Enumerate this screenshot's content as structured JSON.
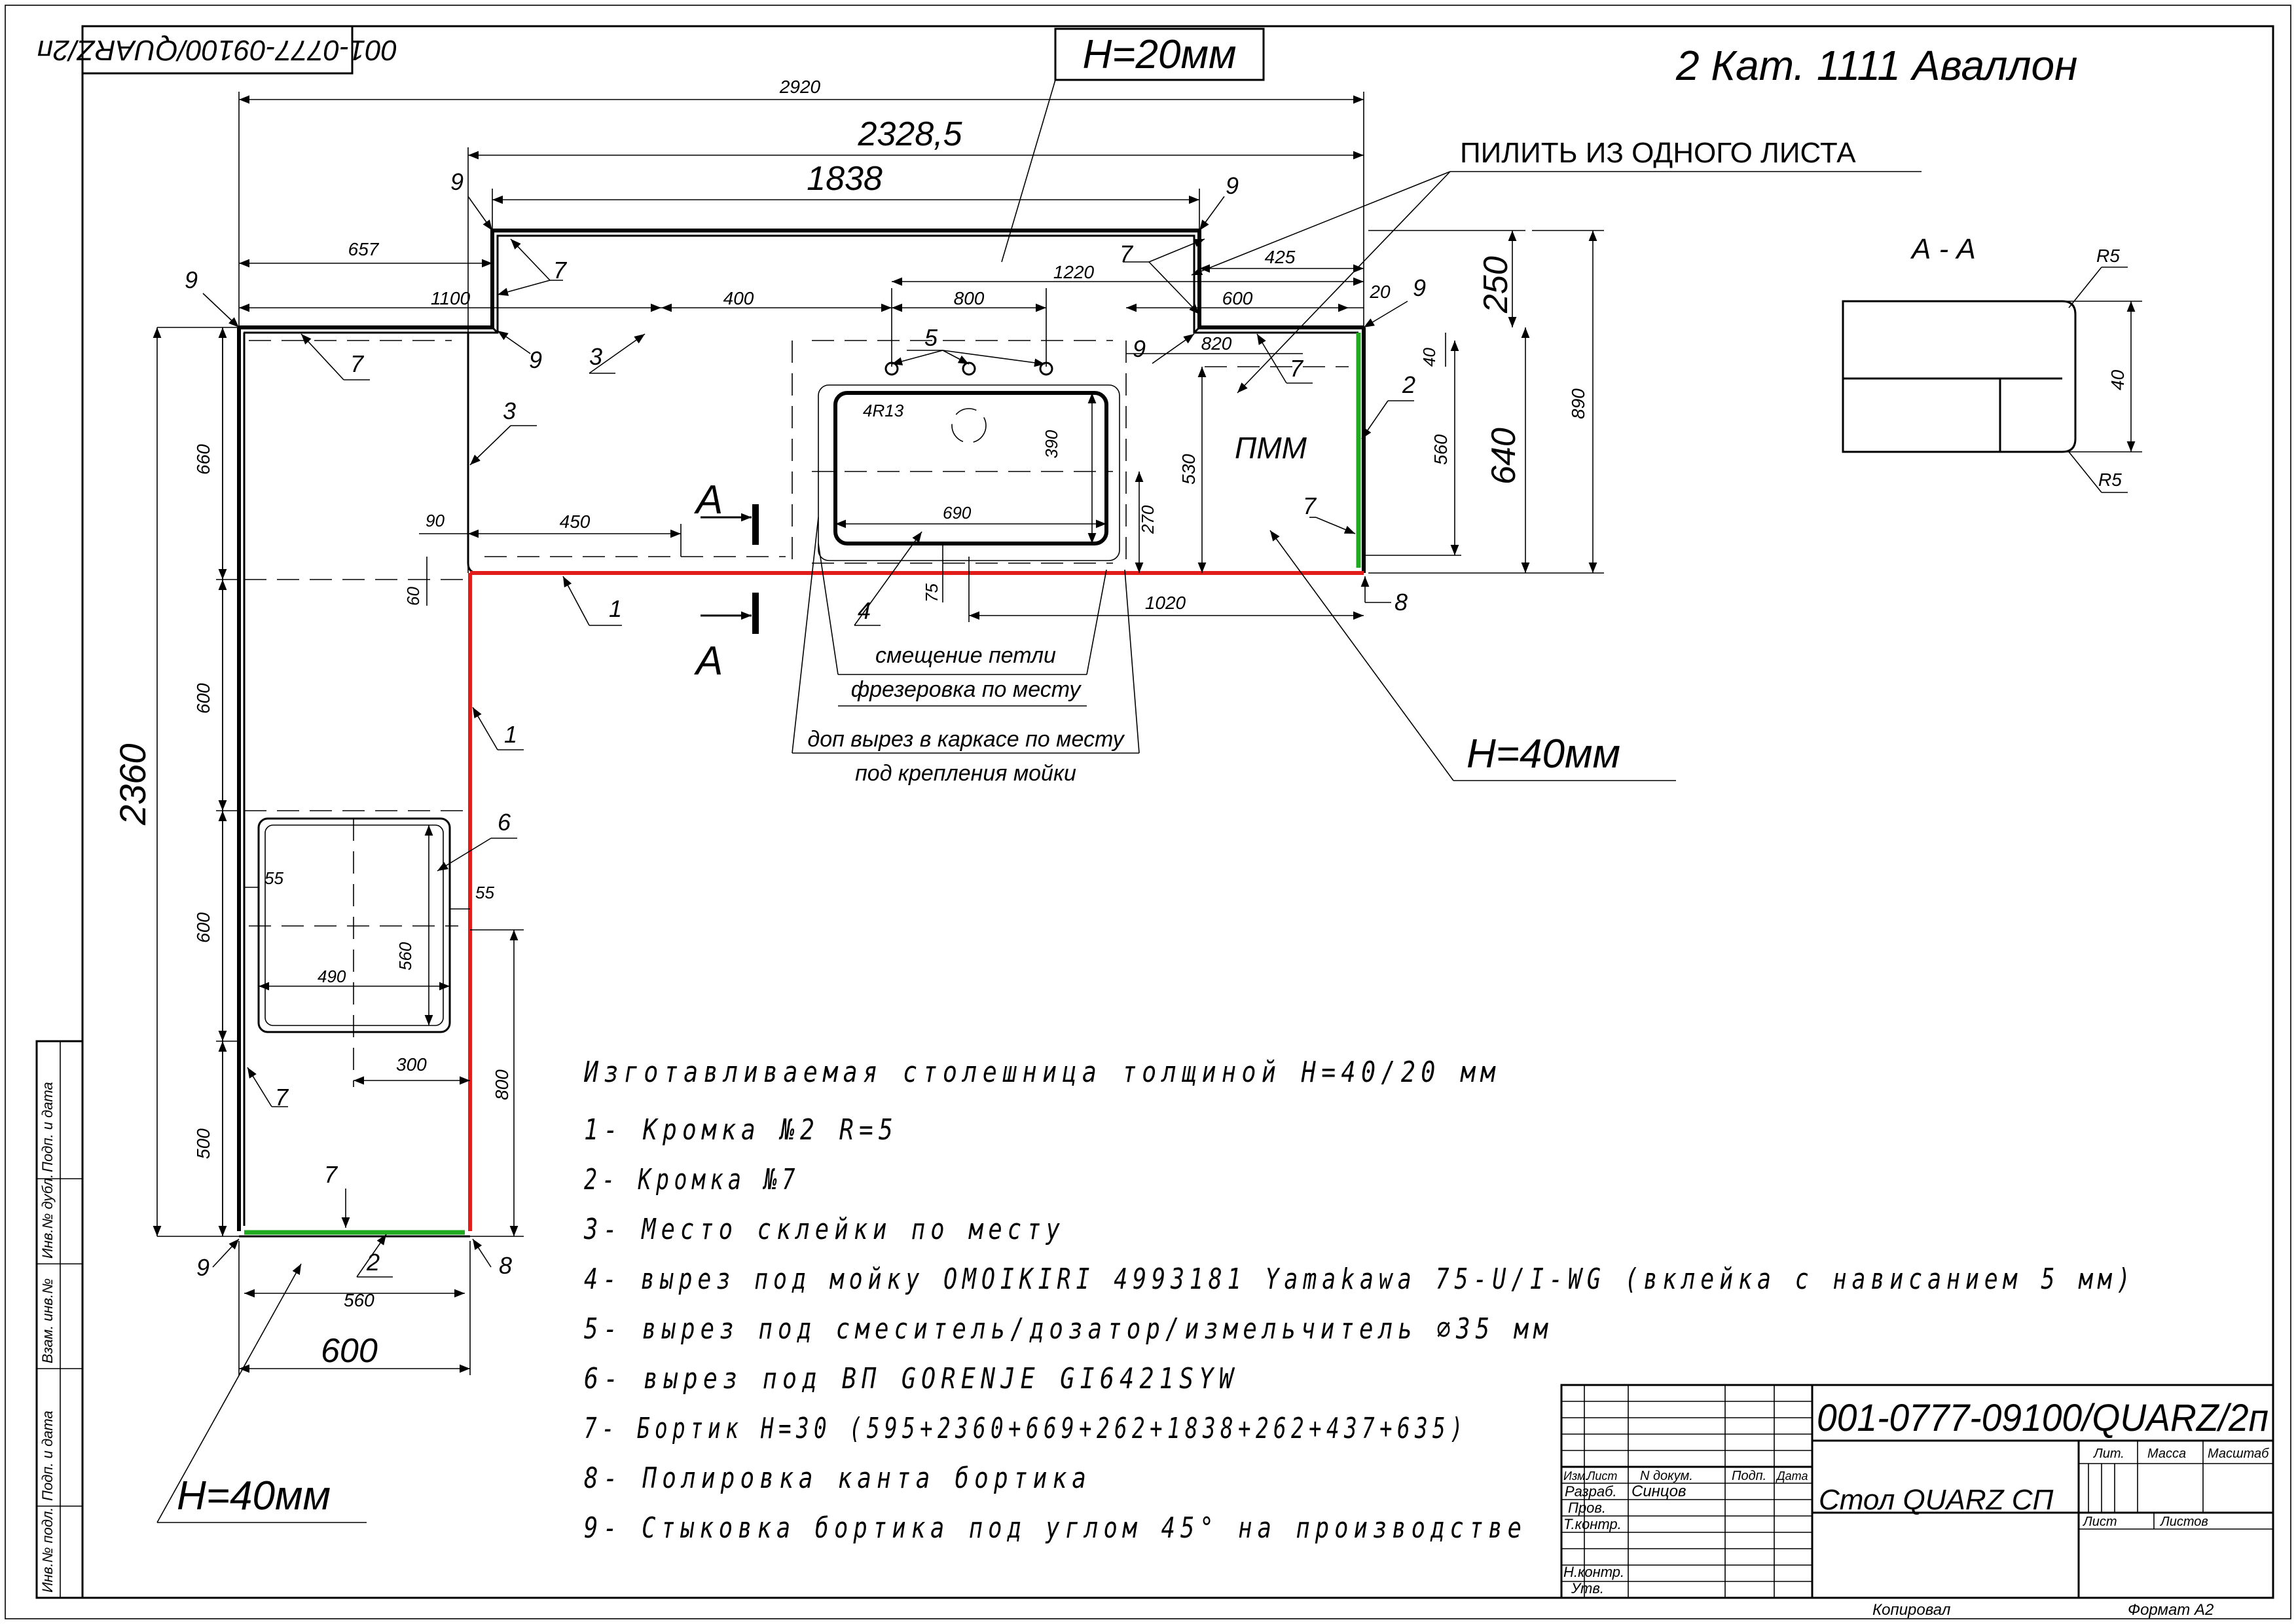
{
  "stamp_top": "001-0777-09100/QUARZ/2п",
  "title_right": "2 Кат. 1111 Аваллон",
  "h20_label": "H=20мм",
  "saw_note": "ПИЛИТЬ ИЗ ОДНОГО ЛИСТА",
  "h40_label": "H=40мм",
  "pmm_label": "ПММ",
  "section": {
    "title": "А - А",
    "r_top": "R5",
    "r_bottom": "R5",
    "dim": "40"
  },
  "cut_label": "А",
  "dims": {
    "d2920": "2920",
    "d2328": "2328,5",
    "d1838": "1838",
    "d657": "657",
    "d1100": "1100",
    "d400": "400",
    "d1220": "1220",
    "d800": "800",
    "d425": "425",
    "d600top": "600",
    "d20": "20",
    "d820": "820",
    "d250": "250",
    "d640": "640",
    "d890": "890",
    "d40": "40",
    "d560r": "560",
    "d530": "530",
    "d390": "390",
    "d270": "270",
    "d690": "690",
    "d4r13": "4R13",
    "d1020": "1020",
    "d75": "75",
    "d90": "90",
    "d450": "450",
    "d60": "60",
    "d660": "660",
    "d600a": "600",
    "d600b": "600",
    "d500": "500",
    "d2360": "2360",
    "d55a": "55",
    "d55b": "55",
    "d490": "490",
    "d560h": "560",
    "d300": "300",
    "d800v": "800",
    "d560b": "560",
    "d600bottom": "600"
  },
  "callouts": {
    "c1a": "1",
    "c1b": "1",
    "c2a": "2",
    "c2b": "2",
    "c3a": "3",
    "c3b": "3",
    "c4": "4",
    "c5": "5",
    "c6": "6",
    "c7a": "7",
    "c7b": "7",
    "c7c": "7",
    "c7d": "7",
    "c7e": "7",
    "c7f": "7",
    "c7g": "7",
    "c7h": "7",
    "c8a": "8",
    "c8b": "8",
    "c9a": "9",
    "c9b": "9",
    "c9c": "9",
    "c9d": "9",
    "c9e": "9",
    "c9f": "9",
    "c9g": "9"
  },
  "sink_notes": [
    "смещение петли",
    "фрезеровка по месту",
    "доп вырез в каркасе по месту",
    "под крепления мойки"
  ],
  "notes": [
    "Изготавливаемая столешница толщиной H=40/20 мм",
    "1- Кромка №2 R=5",
    "2- Кромка №7",
    "3- Место склейки по месту",
    "4- вырез под мойку OMOIKIRI 4993181 Yamakawa 75-U/I-WG (вклейка с нависанием 5 мм)",
    "5- вырез под смеситель/дозатор/измельчитель ∅35 мм",
    "6- вырез под ВП GORENJE GI6421SYW",
    "7- Бортик H=30 (595+2360+669+262+1838+262+437+635)",
    "8- Полировка канта бортика",
    "9- Стыковка бортика под углом 45° на производстве"
  ],
  "side_stamps": [
    "Подп. и дата",
    "Инв.№ дубл.",
    "Взам. инв.№",
    "Подп. и дата",
    "Инв.№ подл."
  ],
  "title_block": {
    "code": "001-0777-09100/QUARZ/2п",
    "name": "Стол QUARZ СП",
    "hdr_izm": "Изм.",
    "hdr_list": "Лист",
    "hdr_ndoc": "N докум.",
    "hdr_podp": "Подп.",
    "hdr_data": "Дата",
    "razrab": "Разраб.",
    "razrab_name": "Синцов",
    "prov": "Пров.",
    "tkontr": "Т.контр.",
    "nkontr": "Н.контр.",
    "utv": "Утв.",
    "lit": "Лит.",
    "massa": "Масса",
    "masshtab": "Масштаб",
    "list": "Лист",
    "listov": "Листов"
  },
  "footer": {
    "copied": "Копировал",
    "format": "Формат А2"
  },
  "colors": {
    "edge_red": "#e21b1b",
    "edge_green": "#1faa1f"
  }
}
